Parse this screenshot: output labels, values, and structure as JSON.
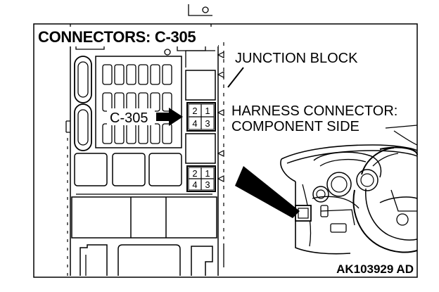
{
  "title": "CONNECTORS: C-305",
  "labels": {
    "junction_block": "JUNCTION BLOCK",
    "harness_line1": "HARNESS CONNECTOR:",
    "harness_line2": "COMPONENT SIDE",
    "connector_callout": "C-305"
  },
  "connectors": [
    {
      "pins_top": [
        "2",
        "1"
      ],
      "pins_bottom": [
        "4",
        "3"
      ],
      "highlighted": true
    },
    {
      "pins_top": [
        "2",
        "1"
      ],
      "pins_bottom": [
        "4",
        "3"
      ],
      "highlighted": false
    }
  ],
  "figure_code": "AK103929 AD",
  "colors": {
    "ink": "#000000",
    "paper": "#ffffff"
  }
}
